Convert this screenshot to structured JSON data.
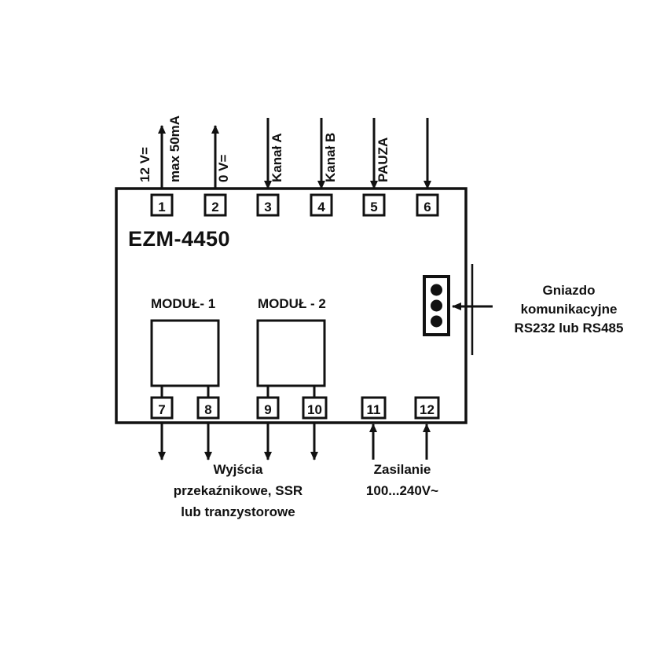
{
  "diagram": {
    "title": "EZM-4450",
    "device_label": "EZM-4450",
    "modules": [
      {
        "label": "MODUŁ- 1"
      },
      {
        "label": "MODUŁ - 2"
      }
    ],
    "top_terminals": [
      {
        "number": "1",
        "label": "12 V=",
        "label2": "max 50mA",
        "arrow": "up"
      },
      {
        "number": "2",
        "label": "0 V=",
        "label2": "",
        "arrow": "up"
      },
      {
        "number": "3",
        "label": "Kanał A",
        "label2": "",
        "arrow": "down"
      },
      {
        "number": "4",
        "label": "Kanał B",
        "label2": "",
        "arrow": "down"
      },
      {
        "number": "5",
        "label": "PAUZA",
        "label2": "",
        "arrow": "down"
      },
      {
        "number": "6",
        "label": "",
        "label2": "",
        "arrow": "down"
      }
    ],
    "bottom_terminals": [
      {
        "number": "7",
        "arrow": "down"
      },
      {
        "number": "8",
        "arrow": "down"
      },
      {
        "number": "9",
        "arrow": "down"
      },
      {
        "number": "10",
        "arrow": "down"
      },
      {
        "number": "11",
        "arrow": "up"
      },
      {
        "number": "12",
        "arrow": "up"
      }
    ],
    "connector": {
      "name": "communication-socket",
      "pin_count": 3,
      "callout_lines": [
        "Gniazdo",
        "komunikacyjne",
        "RS232 lub RS485"
      ]
    },
    "outputs_callout": {
      "lines": [
        "Wyjścia",
        "przekaźnikowe, SSR",
        "lub tranzystorowe"
      ]
    },
    "power_callout": {
      "lines": [
        "Zasilanie",
        "100...240V~"
      ]
    },
    "colors": {
      "line": "#111111",
      "background": "#ffffff",
      "text": "#111111"
    }
  }
}
